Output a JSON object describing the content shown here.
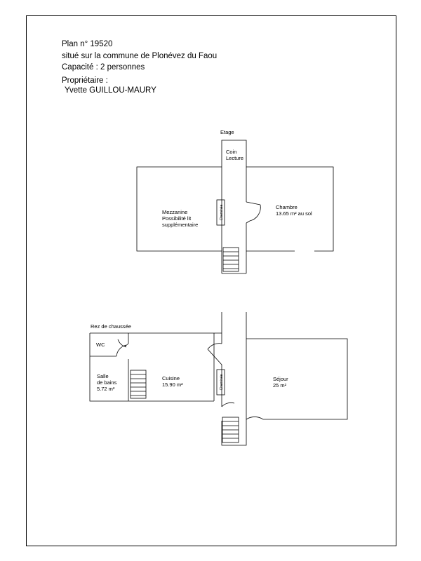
{
  "header": {
    "plan_number": "Plan n° 19520",
    "location": "situé sur la commune de Plonévez du Faou",
    "capacity": "Capacité : 2 personnes",
    "owner_label": "Propriétaire :",
    "owner_name": "Yvette GUILLOU-MAURY"
  },
  "floors": {
    "upper": {
      "title": "Etage",
      "reading_corner": [
        "Coin",
        "Lecture"
      ],
      "mezzanine": [
        "Mezzanine",
        "Possibilité lit",
        "supplémentaire"
      ],
      "bedroom": [
        "Chambre",
        "13.65 m² au sol"
      ],
      "chimney": "Cheminée"
    },
    "ground": {
      "title": "Rez de chaussée",
      "wc": "WC",
      "bathroom": [
        "Salle",
        "de bains",
        "5.72 m²"
      ],
      "kitchen": [
        "Cuisine",
        "15.90 m²"
      ],
      "living": [
        "Séjour",
        "25 m²"
      ],
      "chimney": "Cheminée"
    }
  }
}
